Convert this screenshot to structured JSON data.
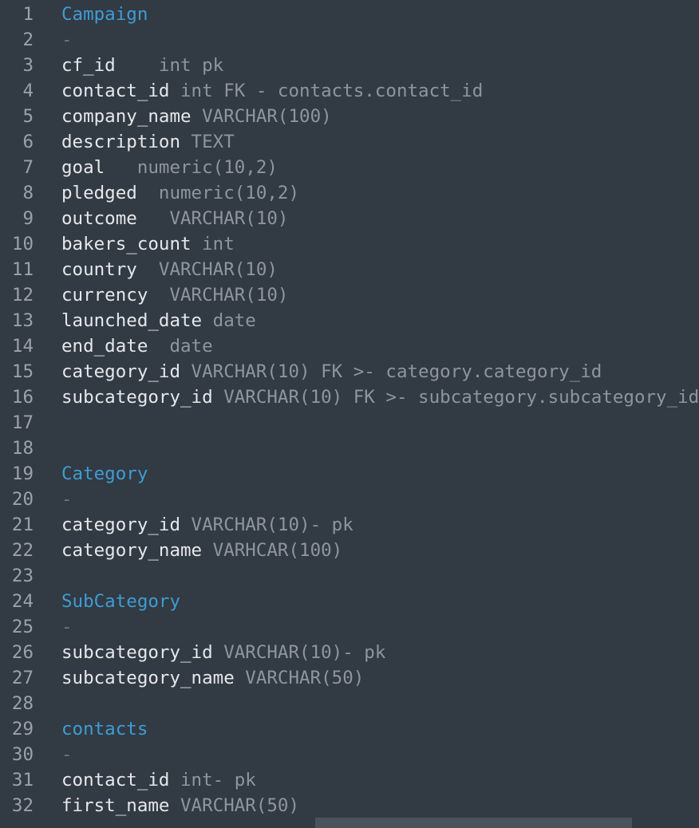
{
  "editor": {
    "lines": [
      {
        "num": "1",
        "kind": "heading",
        "name": "Campaign",
        "rest": ""
      },
      {
        "num": "2",
        "kind": "dash",
        "name": "",
        "rest": "-"
      },
      {
        "num": "3",
        "kind": "field",
        "name": "cf_id",
        "rest": "    int pk"
      },
      {
        "num": "4",
        "kind": "field",
        "name": "contact_id",
        "rest": " int FK - contacts.contact_id"
      },
      {
        "num": "5",
        "kind": "field",
        "name": "company_name",
        "rest": " VARCHAR(100)"
      },
      {
        "num": "6",
        "kind": "field",
        "name": "description",
        "rest": " TEXT"
      },
      {
        "num": "7",
        "kind": "field",
        "name": "goal",
        "rest": "   numeric(10,2)"
      },
      {
        "num": "8",
        "kind": "field",
        "name": "pledged",
        "rest": "  numeric(10,2)"
      },
      {
        "num": "9",
        "kind": "field",
        "name": "outcome",
        "rest": "   VARCHAR(10)"
      },
      {
        "num": "10",
        "kind": "field",
        "name": "bakers_count",
        "rest": " int"
      },
      {
        "num": "11",
        "kind": "field",
        "name": "country",
        "rest": "  VARCHAR(10)"
      },
      {
        "num": "12",
        "kind": "field",
        "name": "currency",
        "rest": "  VARCHAR(10)"
      },
      {
        "num": "13",
        "kind": "field",
        "name": "launched_date",
        "rest": " date"
      },
      {
        "num": "14",
        "kind": "field",
        "name": "end_date",
        "rest": "  date"
      },
      {
        "num": "15",
        "kind": "field",
        "name": "category_id",
        "rest": " VARCHAR(10) FK >- category.category_id"
      },
      {
        "num": "16",
        "kind": "field",
        "name": "subcategory_id",
        "rest": " VARCHAR(10) FK >- subcategory.subcategory_id"
      },
      {
        "num": "17",
        "kind": "blank",
        "name": "",
        "rest": ""
      },
      {
        "num": "18",
        "kind": "blank",
        "name": "",
        "rest": ""
      },
      {
        "num": "19",
        "kind": "heading",
        "name": "Category",
        "rest": ""
      },
      {
        "num": "20",
        "kind": "dash",
        "name": "",
        "rest": "-"
      },
      {
        "num": "21",
        "kind": "field",
        "name": "category_id",
        "rest": " VARCHAR(10)- pk"
      },
      {
        "num": "22",
        "kind": "field",
        "name": "category_name",
        "rest": " VARHCAR(100)"
      },
      {
        "num": "23",
        "kind": "blank",
        "name": "",
        "rest": ""
      },
      {
        "num": "24",
        "kind": "heading",
        "name": "SubCategory",
        "rest": ""
      },
      {
        "num": "25",
        "kind": "dash",
        "name": "",
        "rest": "-"
      },
      {
        "num": "26",
        "kind": "field",
        "name": "subcategory_id",
        "rest": " VARCHAR(10)- pk"
      },
      {
        "num": "27",
        "kind": "field",
        "name": "subcategory_name",
        "rest": " VARCHAR(50)"
      },
      {
        "num": "28",
        "kind": "blank",
        "name": "",
        "rest": ""
      },
      {
        "num": "29",
        "kind": "heading",
        "name": "contacts",
        "rest": ""
      },
      {
        "num": "30",
        "kind": "dash",
        "name": "",
        "rest": "-"
      },
      {
        "num": "31",
        "kind": "field",
        "name": "contact_id",
        "rest": " int- pk"
      },
      {
        "num": "32",
        "kind": "field",
        "name": "first_name",
        "rest": " VARCHAR(50)"
      }
    ]
  }
}
